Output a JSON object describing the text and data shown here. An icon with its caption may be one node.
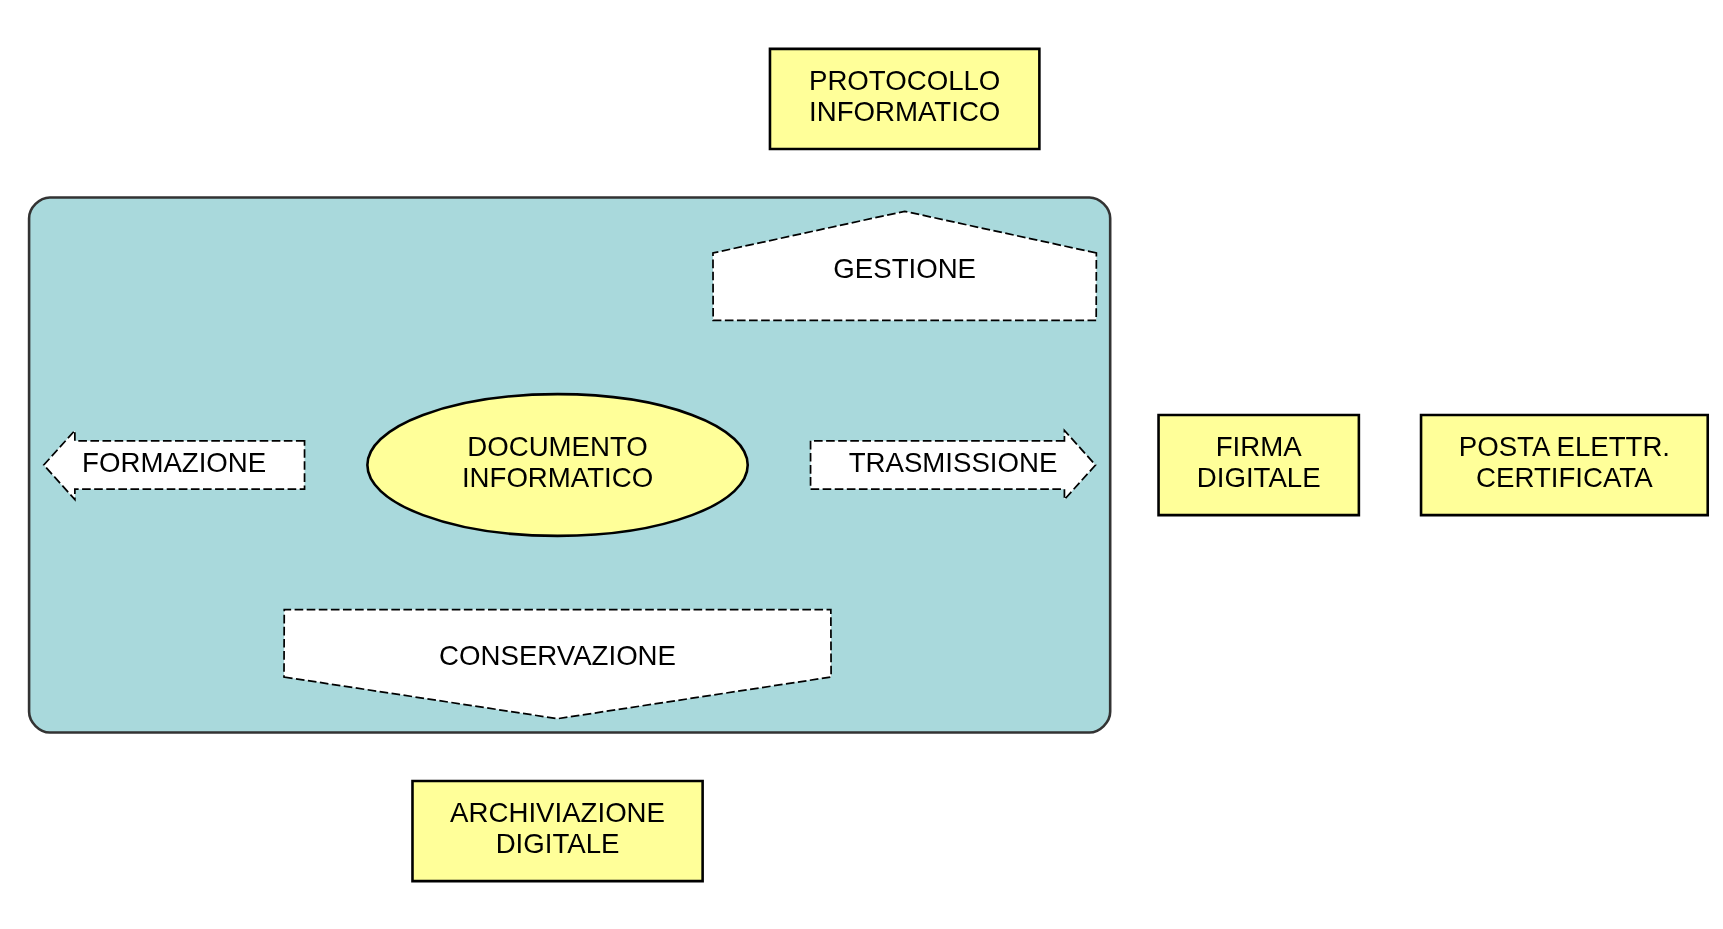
{
  "diagram": {
    "nodes": [
      {
        "text": [],
        "shape": "ellipse"
      },
      {
        "text": [
          "PROTOCOLLO INFORMATICO"
        ]
      },
      {
        "text": [
          "GESTIONE"
        ],
        "in": 0
      },
      {
        "text": [
          "FIRMA DIGITALE"
        ]
      },
      {
        "text": [
          "FORMAZIONE"
        ],
        "in": 0
      },
      {
        "text": [
          "DOCUMENTO INFORMATICO"
        ],
        "in": 0
      },
      {
        "text": [
          "TRASMISSIONE"
        ],
        "in": 0
      },
      {
        "text": [
          "POSTA ELETTR. CERTIFICATA"
        ]
      },
      {
        "text": [
          "CONSERVAZIONE"
        ],
        "in": 0
      },
      {
        "text": [
          "ARCHIVIAZIONE DIGITALE"
        ]
      }
    ],
    "edges": []
  }
}
